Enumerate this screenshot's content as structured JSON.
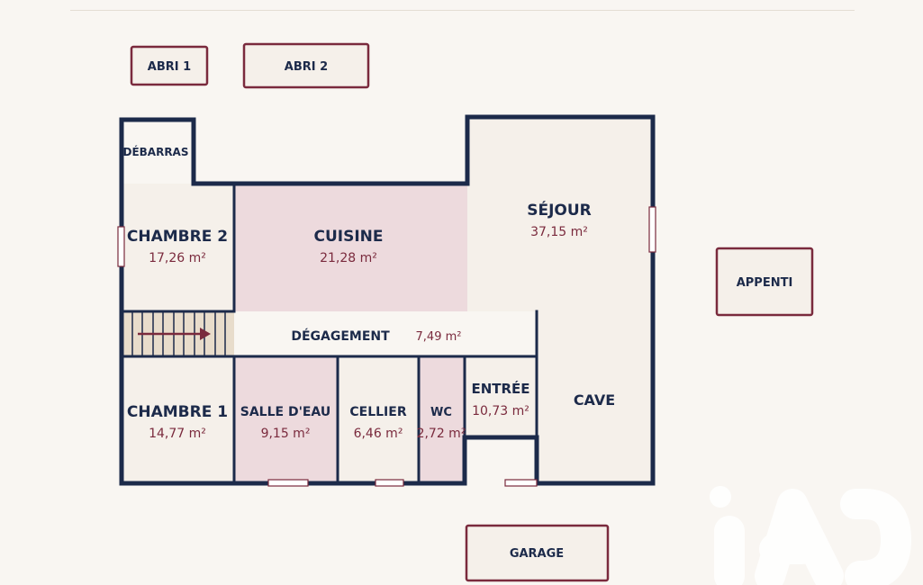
{
  "rooms": {
    "debarras": {
      "name": "DÉBARRAS"
    },
    "chambre2": {
      "name": "CHAMBRE 2",
      "area": "17,26 m²"
    },
    "cuisine": {
      "name": "CUISINE",
      "area": "21,28 m²"
    },
    "sejour": {
      "name": "SÉJOUR",
      "area": "37,15 m²"
    },
    "degagement": {
      "name": "DÉGAGEMENT",
      "area": "7,49 m²"
    },
    "chambre1": {
      "name": "CHAMBRE 1",
      "area": "14,77 m²"
    },
    "salle_eau": {
      "name": "SALLE D'EAU",
      "area": "9,15 m²"
    },
    "cellier": {
      "name": "CELLIER",
      "area": "6,46 m²"
    },
    "wc": {
      "name": "WC",
      "area": "2,72 m²"
    },
    "entree": {
      "name": "ENTRÉE",
      "area": "10,73 m²"
    },
    "cave": {
      "name": "CAVE"
    }
  },
  "annexes": {
    "abri1": "ABRI 1",
    "abri2": "ABRI 2",
    "appenti": "APPENTI",
    "garage": "GARAGE"
  },
  "colors": {
    "wall": "#1c2a4a",
    "label": "#1c2a4a",
    "area": "#7a2a3d",
    "pink_room": "#eddadd",
    "beige_room": "#f5f0ea",
    "stairs": "#e8dccb",
    "background": "#f9f6f2"
  },
  "icons": {
    "logo": "iad-logo",
    "stairs_arrow": "arrow-right-icon"
  }
}
